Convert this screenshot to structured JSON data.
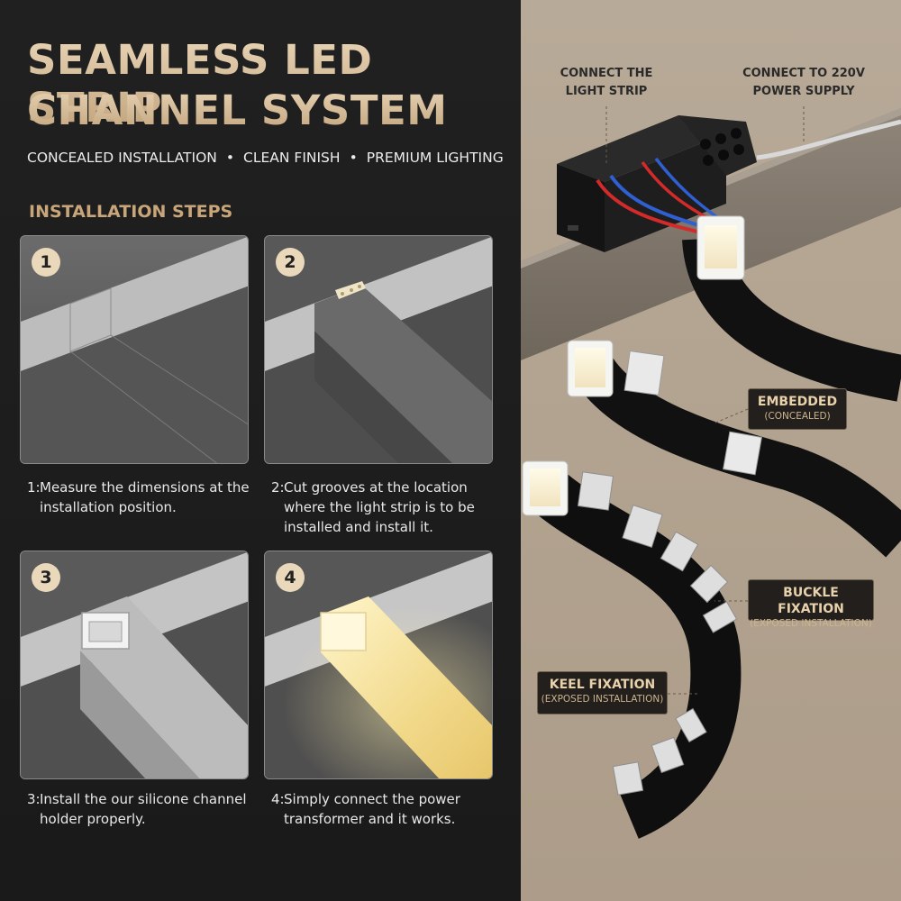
{
  "header": {
    "title_line1": "SEAMLESS LED STRIP",
    "title_line2": "CHANNEL SYSTEM",
    "features": [
      "CONCEALED INSTALLATION",
      "CLEAN FINISH",
      "PREMIUM LIGHTING"
    ],
    "separator": "•"
  },
  "steps_heading": "INSTALLATION STEPS",
  "steps": [
    {
      "number": "1",
      "caption_num": "1:",
      "caption": "Measure the dimensions at the installation position."
    },
    {
      "number": "2",
      "caption_num": "2:",
      "caption": "Cut grooves at the location where the light strip is to be installed and install it."
    },
    {
      "number": "3",
      "caption_num": "3:",
      "caption": "Install the our silicone channel holder properly."
    },
    {
      "number": "4",
      "caption_num": "4:",
      "caption": "Simply connect the power transformer and it works."
    }
  ],
  "callouts": {
    "connect_strip": "CONNECT THE LIGHT STRIP",
    "connect_power": "CONNECT TO 220V POWER SUPPLY"
  },
  "labels": {
    "embedded": {
      "title": "EMBEDDED",
      "sub": "(CONCEALED)"
    },
    "buckle": {
      "title": "BUCKLE FIXATION",
      "sub": "(EXPOSED INSTALLATION)"
    },
    "keel": {
      "title": "KEEL FIXATION",
      "sub": "(EXPOSED INSTALLATION)"
    }
  },
  "colors": {
    "accent_gold": "#c9a57a",
    "badge": "#ead8bb",
    "led_glow": "#f4e6a6",
    "wire_red": "#d42a2a",
    "wire_blue": "#2f5fd0"
  }
}
